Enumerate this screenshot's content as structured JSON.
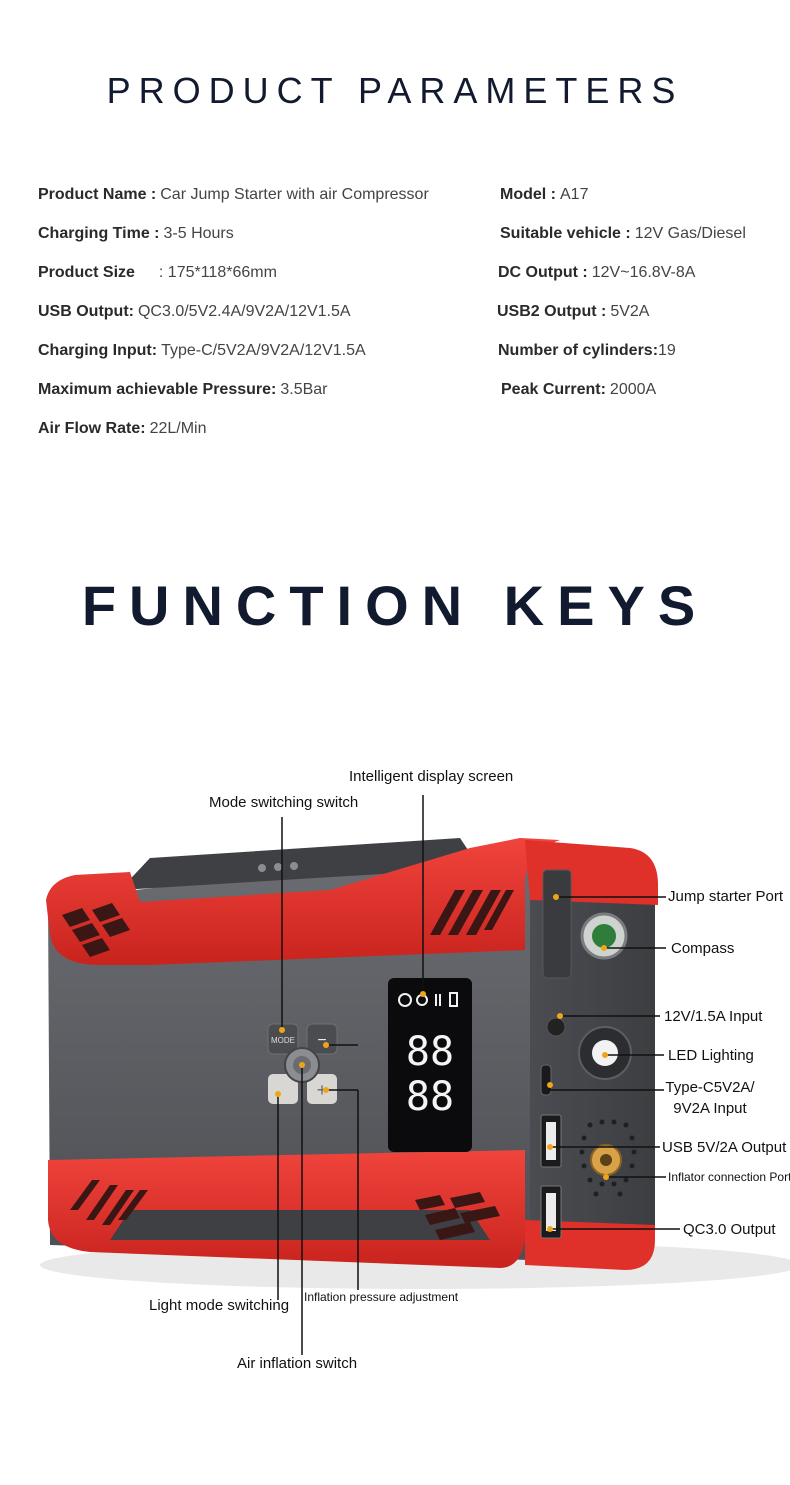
{
  "headings": {
    "parameters": "PRODUCT PARAMETERS",
    "keys": "FUNCTION KEYS"
  },
  "params_left": [
    {
      "label": "Product Name :",
      "value": "Car Jump Starter with air Compressor"
    },
    {
      "label": "Charging Time :",
      "value": "3-5 Hours"
    },
    {
      "label": "Product Size",
      "value": ": 175*118*66mm"
    },
    {
      "label": "USB Output:",
      "value": "QC3.0/5V2.4A/9V2A/12V1.5A"
    },
    {
      "label": "Charging Input:",
      "value": "Type-C/5V2A/9V2A/12V1.5A"
    },
    {
      "label": "Maximum achievable Pressure:",
      "value": "3.5Bar"
    },
    {
      "label": "Air Flow Rate:",
      "value": "22L/Min"
    }
  ],
  "params_right": [
    {
      "label": "Model :",
      "value": "A17"
    },
    {
      "label": "Suitable vehicle :",
      "value": "12V Gas/Diesel"
    },
    {
      "label": "DC Output :",
      "value": "12V~16.8V-8A"
    },
    {
      "label": "USB2 Output :",
      "value": "5V2A"
    },
    {
      "label": "Number of cylinders:",
      "value": "19"
    },
    {
      "label": "Peak Current:",
      "value": "2000A"
    }
  ],
  "callouts": {
    "display": "Intelligent display screen",
    "mode": "Mode switching switch",
    "jump_port": "Jump starter Port",
    "compass": "Compass",
    "input_12v": "12V/1.5A Input",
    "led": "LED Lighting",
    "typec_1": "Type-C5V2A/",
    "typec_2": "9V2A Input",
    "usb": "USB 5V/2A Output",
    "inflator_port": "Inflator connection Port",
    "qc": "QC3.0 Output",
    "light_mode": "Light mode switching",
    "pressure": "Inflation pressure adjustment",
    "air_switch": "Air inflation switch"
  },
  "device": {
    "display_digits_top": "88",
    "display_digits_bottom": "88",
    "mode_key": "MODE",
    "minus_key": "−",
    "plus_key": "+",
    "colors": {
      "shell": "#5a5c61",
      "bumper": "#e8302a",
      "screen": "#0b0b0d",
      "accent": "#f0a418"
    }
  }
}
